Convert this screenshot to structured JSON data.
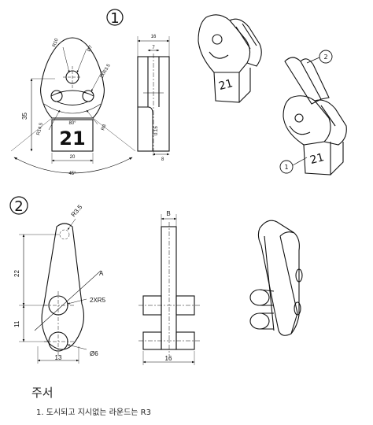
{
  "part1": {
    "number": "1",
    "front": {
      "r10": "R10",
      "d7": "Ø7",
      "r35": "2XR3.5",
      "h35": "35",
      "r145": "R14.5",
      "r8": "R8",
      "a80": "80°",
      "a45": "45°",
      "w20": "20",
      "engrave": "21"
    },
    "side": {
      "w16": "16",
      "w7": "7",
      "w8": "8",
      "slot": "0.15"
    },
    "iso_label": "21"
  },
  "part2": {
    "number": "2",
    "front": {
      "r35": "R3.5",
      "h22": "22",
      "h11": "11",
      "w13": "13",
      "r5": "2XR5",
      "d6": "Ø6",
      "sec": "A"
    },
    "side": {
      "b": "B",
      "w16": "16"
    }
  },
  "callouts": [
    "2",
    "1"
  ],
  "notes": {
    "title": "주서",
    "line1": "1. 도시되고 지시없는 라운드는 R3"
  }
}
